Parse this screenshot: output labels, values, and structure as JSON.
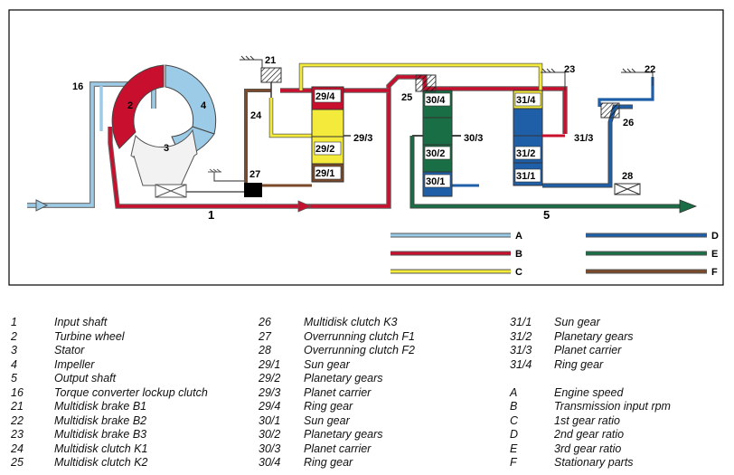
{
  "labels": {
    "input_shaft": "1",
    "turbine": "2",
    "stator": "3",
    "impeller": "4",
    "output_shaft": "5",
    "lockup": "16",
    "b1": "21",
    "b2": "22",
    "b3": "23",
    "k1": "24",
    "k2": "25",
    "k3": "26",
    "f1": "27",
    "f2": "28",
    "p29_1": "29/1",
    "p29_2": "29/2",
    "p29_3": "29/3",
    "p29_4": "29/4",
    "p30_1": "30/1",
    "p30_2": "30/2",
    "p30_3": "30/3",
    "p30_4": "30/4",
    "p31_1": "31/1",
    "p31_2": "31/2",
    "p31_3": "31/3",
    "p31_4": "31/4"
  },
  "line_legend": [
    {
      "letter": "A",
      "color": "#9ccbe8"
    },
    {
      "letter": "B",
      "color": "#c8102e"
    },
    {
      "letter": "C",
      "color": "#f3ea3c"
    },
    {
      "letter": "D",
      "color": "#1f5fa8"
    },
    {
      "letter": "E",
      "color": "#1a6e45"
    },
    {
      "letter": "F",
      "color": "#7a4a2a"
    }
  ],
  "key": {
    "col1": [
      {
        "num": "1",
        "text": "Input shaft"
      },
      {
        "num": "2",
        "text": "Turbine wheel"
      },
      {
        "num": "3",
        "text": "Stator"
      },
      {
        "num": "4",
        "text": "Impeller"
      },
      {
        "num": "5",
        "text": "Output shaft"
      },
      {
        "num": "16",
        "text": "Torque converter lockup clutch"
      },
      {
        "num": "21",
        "text": "Multidisk brake B1"
      },
      {
        "num": "22",
        "text": "Multidisk brake B2"
      },
      {
        "num": "23",
        "text": "Multidisk brake B3"
      },
      {
        "num": "24",
        "text": "Multidisk clutch K1"
      },
      {
        "num": "25",
        "text": "Multidisk clutch K2"
      }
    ],
    "col2": [
      {
        "num": "26",
        "text": "Multidisk clutch K3"
      },
      {
        "num": "27",
        "text": "Overrunning clutch F1"
      },
      {
        "num": "28",
        "text": "Overrunning clutch F2"
      },
      {
        "num": "29/1",
        "text": "Sun gear"
      },
      {
        "num": "29/2",
        "text": "Planetary gears"
      },
      {
        "num": "29/3",
        "text": "Planet carrier"
      },
      {
        "num": "29/4",
        "text": "Ring gear"
      },
      {
        "num": "30/1",
        "text": "Sun gear"
      },
      {
        "num": "30/2",
        "text": "Planetary gears"
      },
      {
        "num": "30/3",
        "text": "Planet carrier"
      },
      {
        "num": "30/4",
        "text": "Ring gear"
      }
    ],
    "col3": [
      {
        "num": "31/1",
        "text": "Sun gear"
      },
      {
        "num": "31/2",
        "text": "Planetary gears"
      },
      {
        "num": "31/3",
        "text": "Planet carrier"
      },
      {
        "num": "31/4",
        "text": "Ring gear"
      },
      {
        "num": "",
        "text": ""
      },
      {
        "num": "A",
        "text": "Engine speed"
      },
      {
        "num": "B",
        "text": "Transmission input rpm"
      },
      {
        "num": "C",
        "text": "1st gear ratio"
      },
      {
        "num": "D",
        "text": "2nd gear ratio"
      },
      {
        "num": "E",
        "text": "3rd gear ratio"
      },
      {
        "num": "F",
        "text": "Stationary parts"
      }
    ]
  }
}
